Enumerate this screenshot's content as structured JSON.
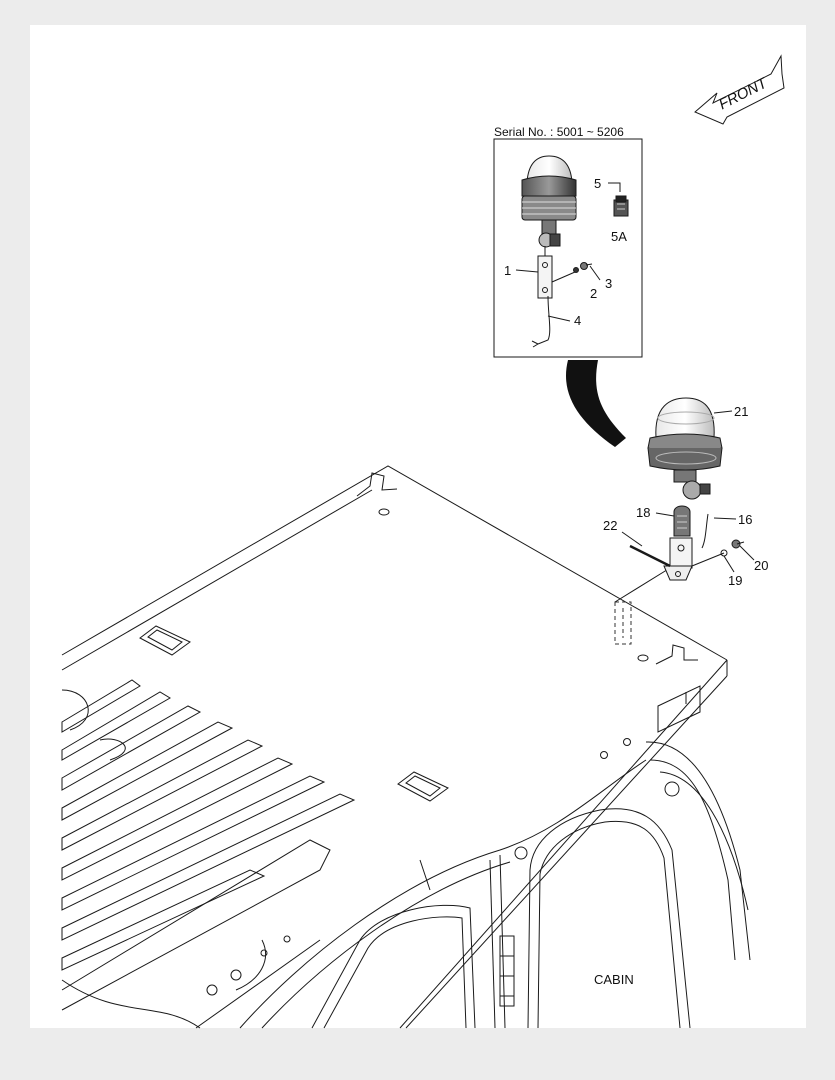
{
  "front_arrow": {
    "label": "FRONT"
  },
  "inset": {
    "serial_label": "Serial No. : 5001 ~ 5206"
  },
  "callouts": {
    "c1": "1",
    "c2": "2",
    "c3": "3",
    "c4": "4",
    "c5": "5",
    "c5a": "5A",
    "c16": "16",
    "c18": "18",
    "c19": "19",
    "c20": "20",
    "c21": "21",
    "c22": "22"
  },
  "cabin_label": "CABIN"
}
